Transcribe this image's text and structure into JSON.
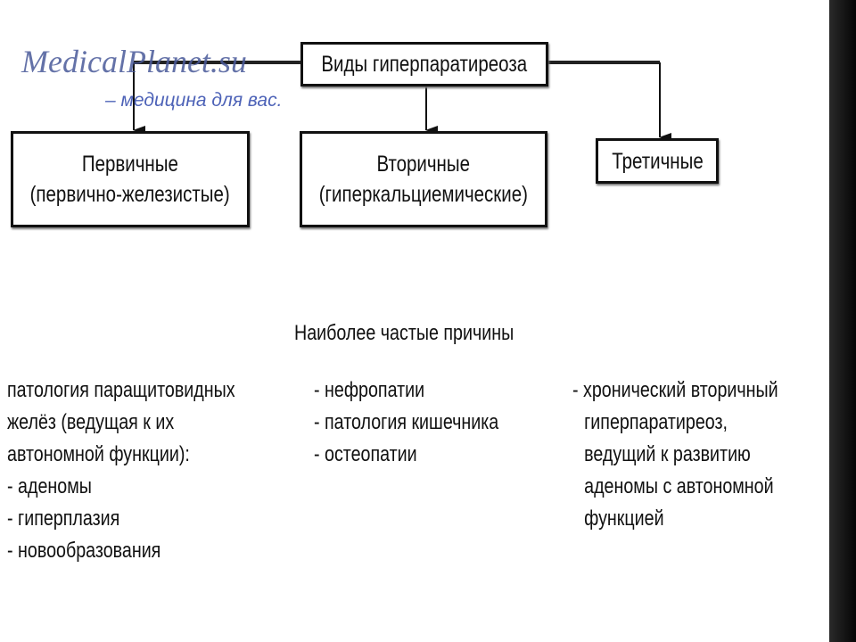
{
  "watermark": {
    "site": "MedicalPlanet.su",
    "tagline": "– медицина для вас."
  },
  "diagram": {
    "root": "Виды гиперпаратиреоза",
    "types": [
      {
        "title": "Первичные",
        "subtitle": "(первично-железистые)"
      },
      {
        "title": "Вторичные",
        "subtitle": "(гиперкальциемические)"
      },
      {
        "title": "Третичные"
      }
    ]
  },
  "causes": {
    "heading": "Наиболее частые причины",
    "columns": [
      [
        "патология паращитовидных",
        "желёз (ведущая к их",
        "автономной функции):",
        "- аденомы",
        "- гиперплазия",
        "- новообразования"
      ],
      [
        "- нефропатии",
        "- патология кишечника",
        "- остеопатии"
      ],
      [
        "- хронический вторичный",
        "гиперпаратиреоз,",
        "ведущий к развитию",
        "аденомы с автономной",
        "функцией"
      ]
    ]
  }
}
